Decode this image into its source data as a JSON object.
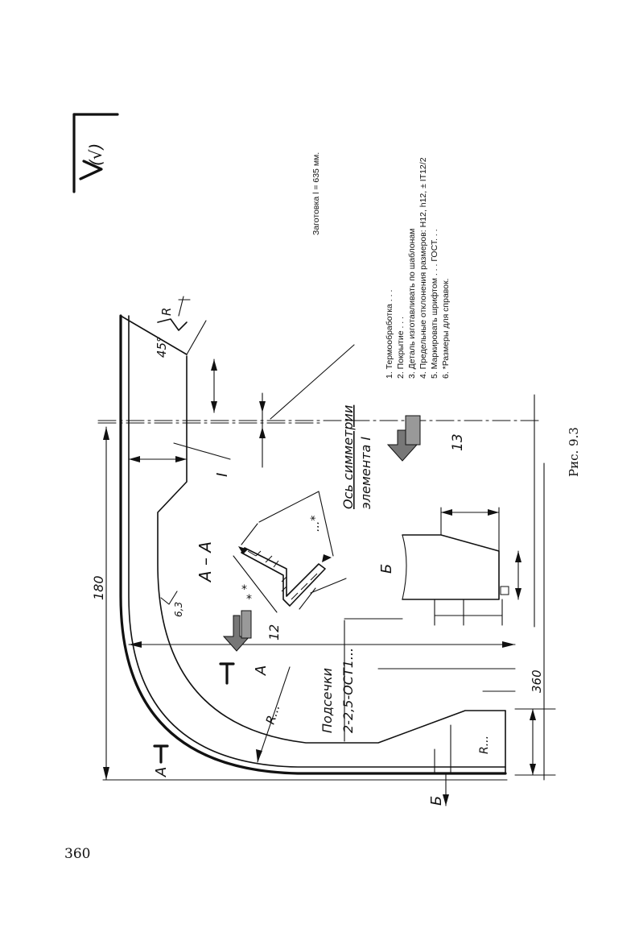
{
  "page": {
    "number": "360",
    "caption": "Рис. 9.3"
  },
  "roughness": {
    "symbol_text": "(√)"
  },
  "blank_note": "Заготовка l = 635 мм.",
  "notes": [
    "1. Термообработка . . .",
    "2. Покрытие . . .",
    "3. Деталь изготавливать по шаблонам",
    "4. Предельные отклонения размеров: H12, h12, ± IT12/2",
    "5. Маркировать шрифтом . . . ГОСТ. . .",
    "6. *Размеры для справок."
  ],
  "labels": {
    "dim_180": "180",
    "dim_360": "360",
    "radius": "R...",
    "radius_small": "R...",
    "radius_corner": "R",
    "angle": "45°",
    "roughness_value": "6,3",
    "section_title": "А – А",
    "section_a": "А",
    "section_a2": "А",
    "view_b": "Б",
    "view_b_mark": "Б",
    "axis_line1": "Ось симметрии",
    "axis_line2": "элемента I",
    "detail_mark": "I",
    "marking_line1": "Подсечки",
    "marking_line2": "2-2,5-ОСТ1...",
    "arrow_12": "12",
    "arrow_13": "13",
    "star1": "*",
    "star2": "*",
    "star_dots": "...*"
  }
}
